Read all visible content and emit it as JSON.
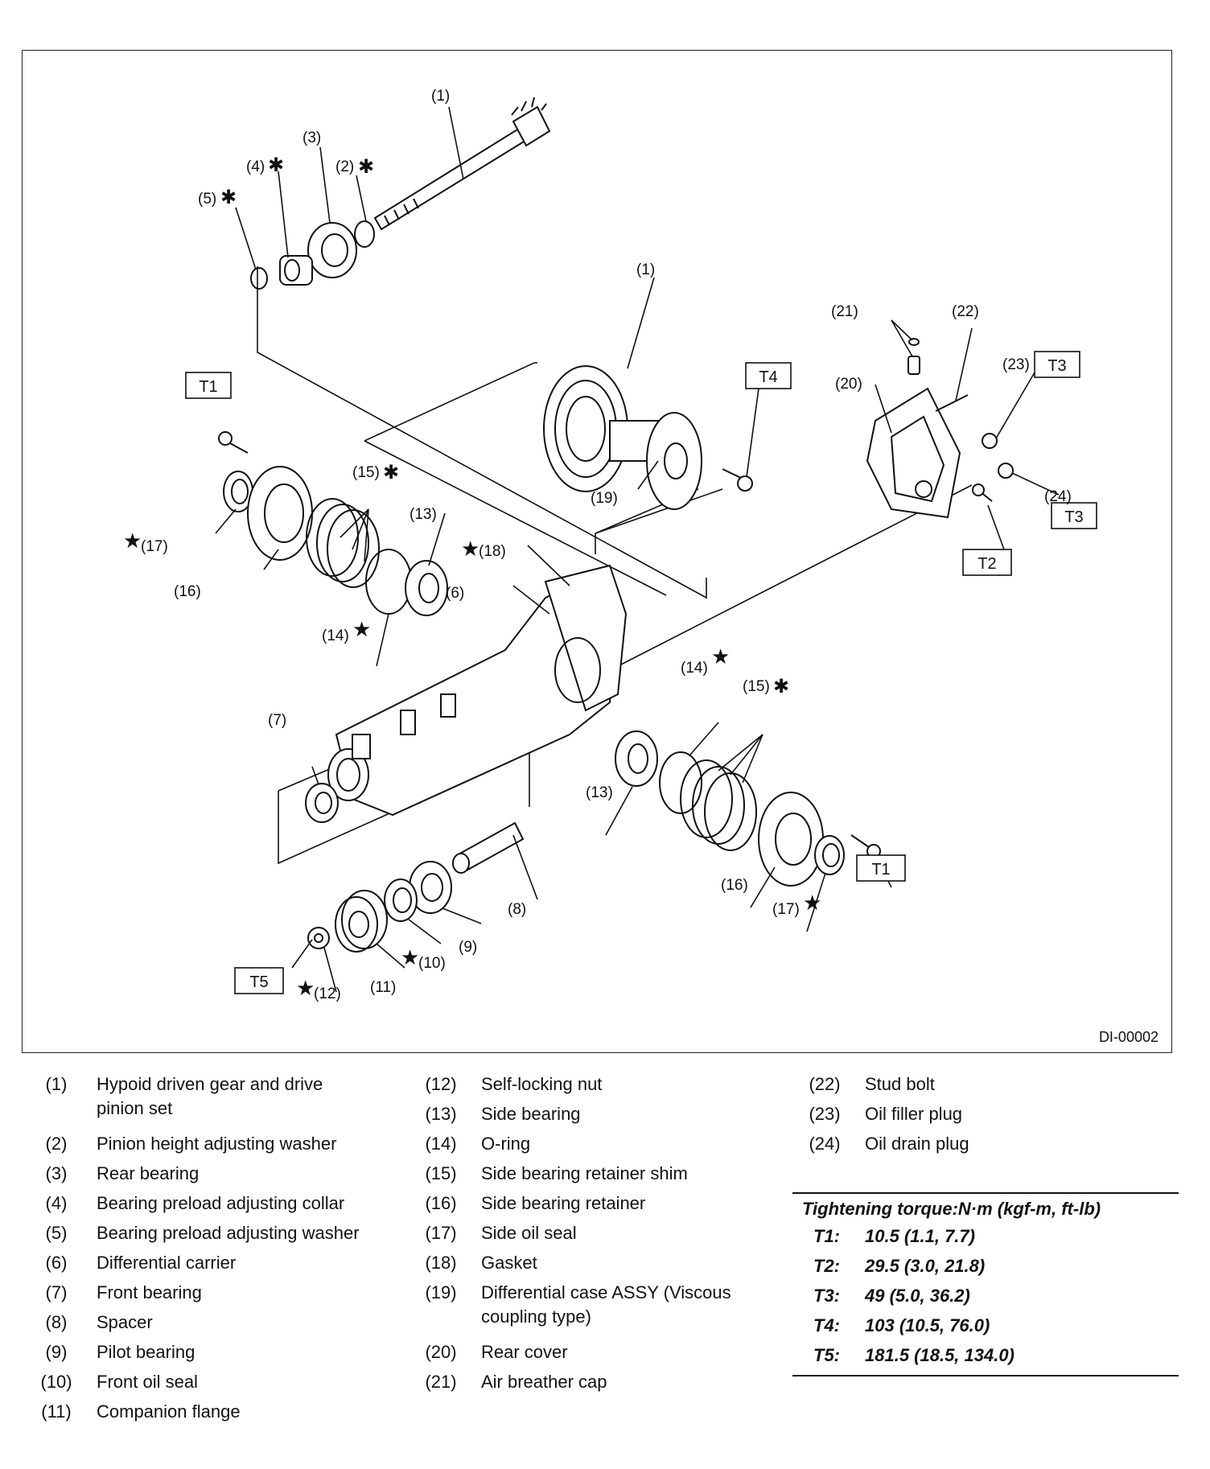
{
  "figure_id": "DI-00002",
  "torque_labels": {
    "t1": "T1",
    "t2": "T2",
    "t3": "T3",
    "t4": "T4",
    "t5": "T5"
  },
  "callouts": {
    "c1": "(1)",
    "c2": "(2)",
    "c3": "(3)",
    "c4": "(4)",
    "c5": "(5)",
    "c6": "(6)",
    "c7": "(7)",
    "c8": "(8)",
    "c9": "(9)",
    "c10": "(10)",
    "c11": "(11)",
    "c12": "(12)",
    "c13": "(13)",
    "c14": "(14)",
    "c15": "(15)",
    "c16": "(16)",
    "c17": "(17)",
    "c18": "(18)",
    "c19": "(19)",
    "c20": "(20)",
    "c21": "(21)",
    "c22": "(22)",
    "c23": "(23)",
    "c24": "(24)"
  },
  "symbols": {
    "star": "★",
    "asterisk": "✱"
  },
  "legend": [
    {
      "num": "(1)",
      "text": "Hypoid driven gear and drive pinion set"
    },
    {
      "num": "(2)",
      "text": "Pinion height adjusting washer"
    },
    {
      "num": "(3)",
      "text": "Rear bearing"
    },
    {
      "num": "(4)",
      "text": "Bearing preload adjusting collar"
    },
    {
      "num": "(5)",
      "text": "Bearing preload adjusting washer"
    },
    {
      "num": "(6)",
      "text": "Differential carrier"
    },
    {
      "num": "(7)",
      "text": "Front bearing"
    },
    {
      "num": "(8)",
      "text": "Spacer"
    },
    {
      "num": "(9)",
      "text": "Pilot bearing"
    },
    {
      "num": "(10)",
      "text": "Front oil seal"
    },
    {
      "num": "(11)",
      "text": "Companion flange"
    },
    {
      "num": "(12)",
      "text": "Self-locking nut"
    },
    {
      "num": "(13)",
      "text": "Side bearing"
    },
    {
      "num": "(14)",
      "text": "O-ring"
    },
    {
      "num": "(15)",
      "text": "Side bearing retainer shim"
    },
    {
      "num": "(16)",
      "text": "Side bearing retainer"
    },
    {
      "num": "(17)",
      "text": "Side oil seal"
    },
    {
      "num": "(18)",
      "text": "Gasket"
    },
    {
      "num": "(19)",
      "text": "Differential case ASSY (Viscous coupling type)"
    },
    {
      "num": "(20)",
      "text": "Rear cover"
    },
    {
      "num": "(21)",
      "text": "Air breather cap"
    },
    {
      "num": "(22)",
      "text": "Stud bolt"
    },
    {
      "num": "(23)",
      "text": "Oil filler plug"
    },
    {
      "num": "(24)",
      "text": "Oil drain plug"
    }
  ],
  "torque": {
    "title": "Tightening torque:N·m (kgf-m, ft-lb)",
    "rows": [
      {
        "key": "T1:",
        "value": "10.5 (1.1, 7.7)"
      },
      {
        "key": "T2:",
        "value": "29.5 (3.0, 21.8)"
      },
      {
        "key": "T3:",
        "value": "49 (5.0, 36.2)"
      },
      {
        "key": "T4:",
        "value": "103 (10.5, 76.0)"
      },
      {
        "key": "T5:",
        "value": "181.5 (18.5, 134.0)"
      }
    ]
  }
}
